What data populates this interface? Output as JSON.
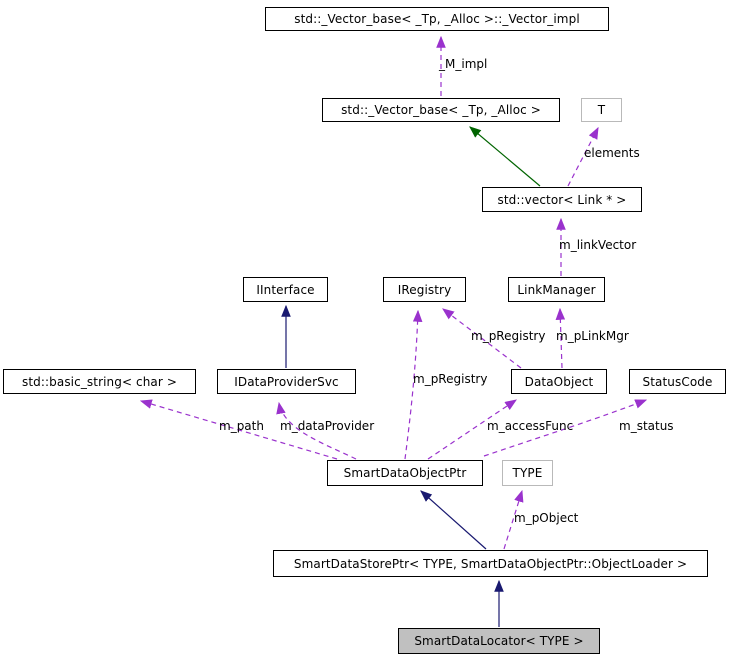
{
  "diagram": {
    "type": "uml-collaboration-graph",
    "colors": {
      "usage_edge": "#9a32cd",
      "inheritance_edge": "#191970",
      "template_inheritance_edge": "#006400",
      "node_border": "#000000",
      "param_node_border": "#b9b9b9",
      "node_fill": "#ffffff",
      "current_node_fill": "#c0c0c0"
    }
  },
  "nodes": [
    {
      "label": "std::_Vector_base< _Tp, _Alloc >::_Vector_impl",
      "kind": "class"
    },
    {
      "label": "std::_Vector_base< _Tp, _Alloc >",
      "kind": "class"
    },
    {
      "label": "T",
      "kind": "template-param"
    },
    {
      "label": "std::vector< Link * >",
      "kind": "class"
    },
    {
      "label": "IInterface",
      "kind": "class"
    },
    {
      "label": "IRegistry",
      "kind": "class"
    },
    {
      "label": "LinkManager",
      "kind": "class"
    },
    {
      "label": "std::basic_string< char >",
      "kind": "class"
    },
    {
      "label": "IDataProviderSvc",
      "kind": "class"
    },
    {
      "label": "DataObject",
      "kind": "class"
    },
    {
      "label": "StatusCode",
      "kind": "class"
    },
    {
      "label": "SmartDataObjectPtr",
      "kind": "class"
    },
    {
      "label": "TYPE",
      "kind": "template-param"
    },
    {
      "label": "SmartDataStorePtr< TYPE, SmartDataObjectPtr::ObjectLoader >",
      "kind": "class"
    },
    {
      "label": "SmartDataLocator< TYPE >",
      "kind": "current-class"
    }
  ],
  "edges": [
    {
      "from": "std::_Vector_base< _Tp, _Alloc >",
      "to": "std::_Vector_base< _Tp, _Alloc >::_Vector_impl",
      "label": "_M_impl",
      "relation": "usage"
    },
    {
      "from": "std::vector< Link * >",
      "to": "std::_Vector_base< _Tp, _Alloc >",
      "label": "",
      "relation": "protected-inheritance"
    },
    {
      "from": "std::vector< Link * >",
      "to": "T",
      "label": "elements",
      "relation": "usage"
    },
    {
      "from": "LinkManager",
      "to": "std::vector< Link * >",
      "label": "m_linkVector",
      "relation": "usage"
    },
    {
      "from": "IDataProviderSvc",
      "to": "IInterface",
      "label": "",
      "relation": "public-inheritance"
    },
    {
      "from": "DataObject",
      "to": "IRegistry",
      "label": "m_pRegistry",
      "relation": "usage"
    },
    {
      "from": "DataObject",
      "to": "LinkManager",
      "label": "m_pLinkMgr",
      "relation": "usage"
    },
    {
      "from": "SmartDataObjectPtr",
      "to": "IRegistry",
      "label": "m_pRegistry",
      "relation": "usage"
    },
    {
      "from": "SmartDataObjectPtr",
      "to": "std::basic_string< char >",
      "label": "m_path",
      "relation": "usage"
    },
    {
      "from": "SmartDataObjectPtr",
      "to": "IDataProviderSvc",
      "label": "m_dataProvider",
      "relation": "usage"
    },
    {
      "from": "SmartDataObjectPtr",
      "to": "DataObject",
      "label": "m_accessFunc",
      "relation": "usage"
    },
    {
      "from": "SmartDataObjectPtr",
      "to": "StatusCode",
      "label": "m_status",
      "relation": "usage"
    },
    {
      "from": "SmartDataStorePtr< TYPE, SmartDataObjectPtr::ObjectLoader >",
      "to": "SmartDataObjectPtr",
      "label": "",
      "relation": "public-inheritance"
    },
    {
      "from": "SmartDataStorePtr< TYPE, SmartDataObjectPtr::ObjectLoader >",
      "to": "TYPE",
      "label": "m_pObject",
      "relation": "usage"
    },
    {
      "from": "SmartDataLocator< TYPE >",
      "to": "SmartDataStorePtr< TYPE, SmartDataObjectPtr::ObjectLoader >",
      "label": "",
      "relation": "public-inheritance"
    }
  ]
}
